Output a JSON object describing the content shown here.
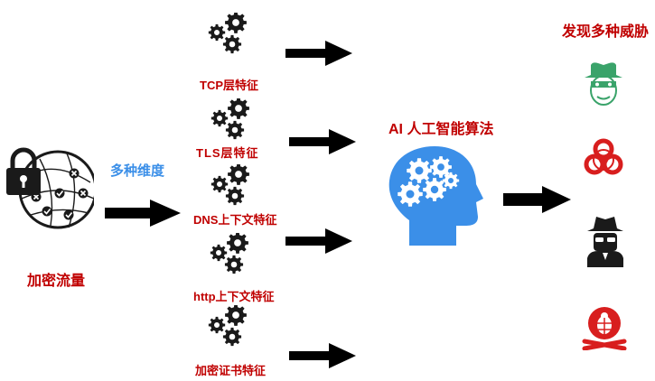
{
  "source": {
    "label": "加密流量",
    "icon": "encrypted-network-lock-icon"
  },
  "dimensions": {
    "label": "多种维度"
  },
  "features": [
    {
      "label": "TCP层特征",
      "icon": "gears-icon"
    },
    {
      "label": "TLS层特征",
      "icon": "gears-icon"
    },
    {
      "label": "DNS上下文特征",
      "icon": "gears-icon"
    },
    {
      "label": "http上下文特征",
      "icon": "gears-icon"
    },
    {
      "label": "加密证书特征",
      "icon": "gears-icon"
    }
  ],
  "ai": {
    "label": "AI 人工智能算法",
    "icon": "brain-gears-head-icon"
  },
  "threats": {
    "title": "发现多种威胁",
    "icons": [
      "hacker-icon",
      "biohazard-icon",
      "spy-icon",
      "malware-skull-icon"
    ]
  },
  "colors": {
    "label_red": "#c00000",
    "label_blue": "#3b8fe8",
    "brain_blue": "#3b8fe8",
    "threat_green": "#3aa36a",
    "threat_red": "#d81e1e",
    "dark": "#1a1a1a"
  }
}
